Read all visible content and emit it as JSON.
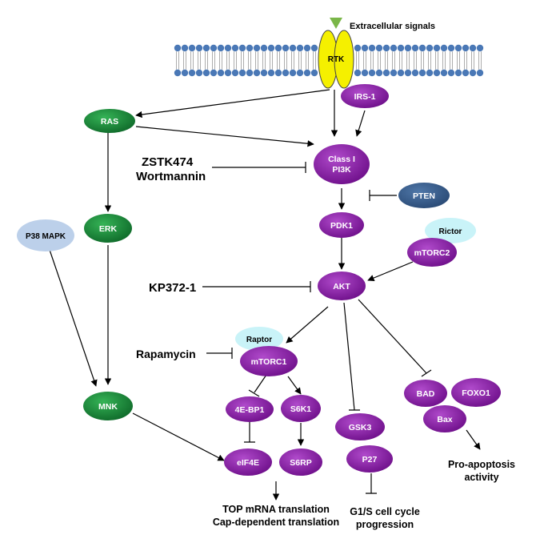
{
  "signal_label": "Extracellular signals",
  "receptor_label": "RTK",
  "nodes": {
    "irs1": "IRS-1",
    "ras": "RAS",
    "pi3k_line1": "Class I",
    "pi3k_line2": "PI3K",
    "pten": "PTEN",
    "erk": "ERK",
    "p38": "P38 MAPK",
    "pdk1": "PDK1",
    "rictor": "Rictor",
    "mtorc2": "mTORC2",
    "akt": "AKT",
    "raptor": "Raptor",
    "mtorc1": "mTORC1",
    "mnk": "MNK",
    "ebp1": "4E-BP1",
    "s6k1": "S6K1",
    "eif4e": "eIF4E",
    "s6rp": "S6RP",
    "gsk3": "GSK3",
    "p27": "P27",
    "bad": "BAD",
    "foxo1": "FOXO1",
    "bax": "Bax"
  },
  "inhibitors": {
    "zstk_line1": "ZSTK474",
    "zstk_line2": "Wortmannin",
    "kp372": "KP372-1",
    "rapamycin": "Rapamycin"
  },
  "outcomes": {
    "translation_line1": "TOP mRNA translation",
    "translation_line2": "Cap-dependent translation",
    "cellcycle_line1": "G1/S cell cycle",
    "cellcycle_line2": "progression",
    "apoptosis_line1": "Pro-apoptosis",
    "apoptosis_line2": "activity"
  },
  "colors": {
    "purple": "#8b1fa6",
    "green": "#1f8a3c",
    "navy": "#3a5f8f",
    "light_cyan": "#c9f3f8",
    "light_blue": "#bcd0ea",
    "membrane_head": "#4a78b6",
    "receptor_yellow": "#f5f000",
    "signal_green": "#7ab648"
  }
}
